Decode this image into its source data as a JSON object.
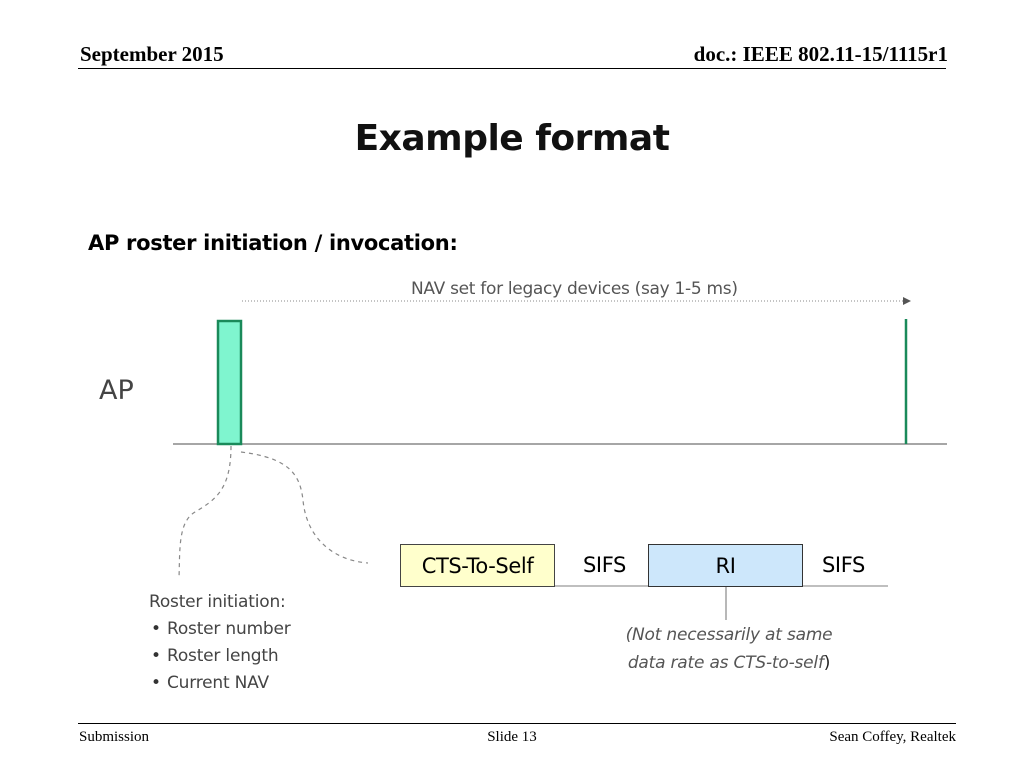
{
  "header": {
    "date": "September 2015",
    "doc_id": "doc.: IEEE 802.11-15/1115r1"
  },
  "title": "Example format",
  "section_heading": "AP roster initiation / invocation:",
  "diagram": {
    "nav_label": "NAV set for legacy devices (say 1-5 ms)",
    "station_label": "AP",
    "colors": {
      "ap_frame_fill": "#7ff5cf",
      "ap_frame_stroke": "#1a8a5a",
      "cts_fill": "#ffffcc",
      "ri_fill": "#cde7fb",
      "timeline": "#888888"
    },
    "frames": {
      "cts": "CTS-To-Self",
      "sifs_1": "SIFS",
      "ri": "RI",
      "sifs_2": "SIFS"
    },
    "roster": {
      "heading": "Roster initiation:",
      "items": [
        "Roster number",
        "Roster length",
        "Current NAV"
      ]
    },
    "ri_note": {
      "line1": "(Not necessarily at same",
      "line2": "data rate as CTS-to-self",
      "close_paren": ")"
    }
  },
  "footer": {
    "left": "Submission",
    "center": "Slide 13",
    "right": "Sean Coffey, Realtek"
  }
}
